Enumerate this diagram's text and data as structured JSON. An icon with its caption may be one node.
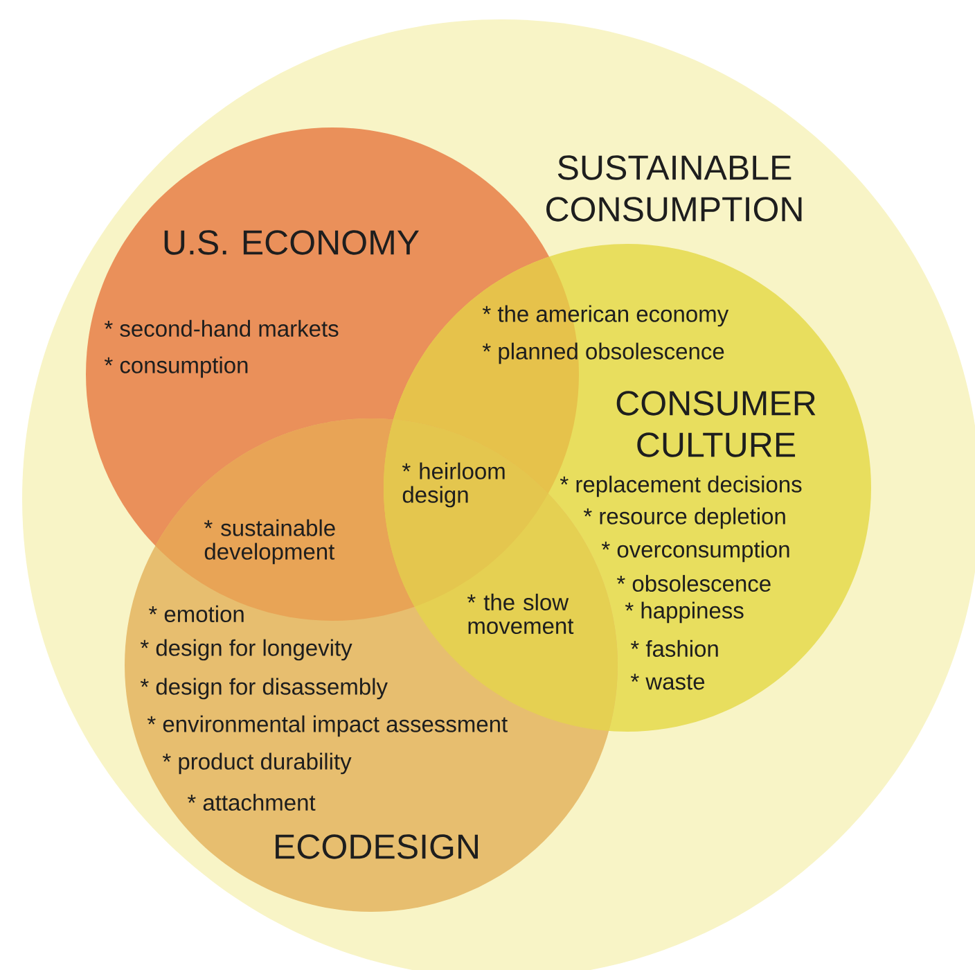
{
  "diagram": {
    "nodes": [
      {
        "text": [
          "SUSTAINABLE CONSUMPTION"
        ]
      },
      {
        "text": [
          "U.S. ECONOMY",
          "* second-hand markets",
          "* consumption"
        ],
        "in": 0
      },
      {
        "text": [
          "CONSUMER CULTURE",
          "* replacement decisions",
          "* resource depletion",
          "* overconsumption",
          "* obsolescence",
          "* happiness",
          "* fashion",
          "* waste"
        ],
        "in": 0
      },
      {
        "text": [
          "ECODESIGN",
          "* emotion",
          "* design for longevity",
          "* design for disassembly",
          "* environmental impact assessment",
          "* product durability",
          "* attachment"
        ],
        "in": 0
      }
    ],
    "labels": [
      "* the american economy",
      "* planned obsolescence",
      "* heirloom design",
      "* sustainable development",
      "* the slow movement"
    ]
  }
}
